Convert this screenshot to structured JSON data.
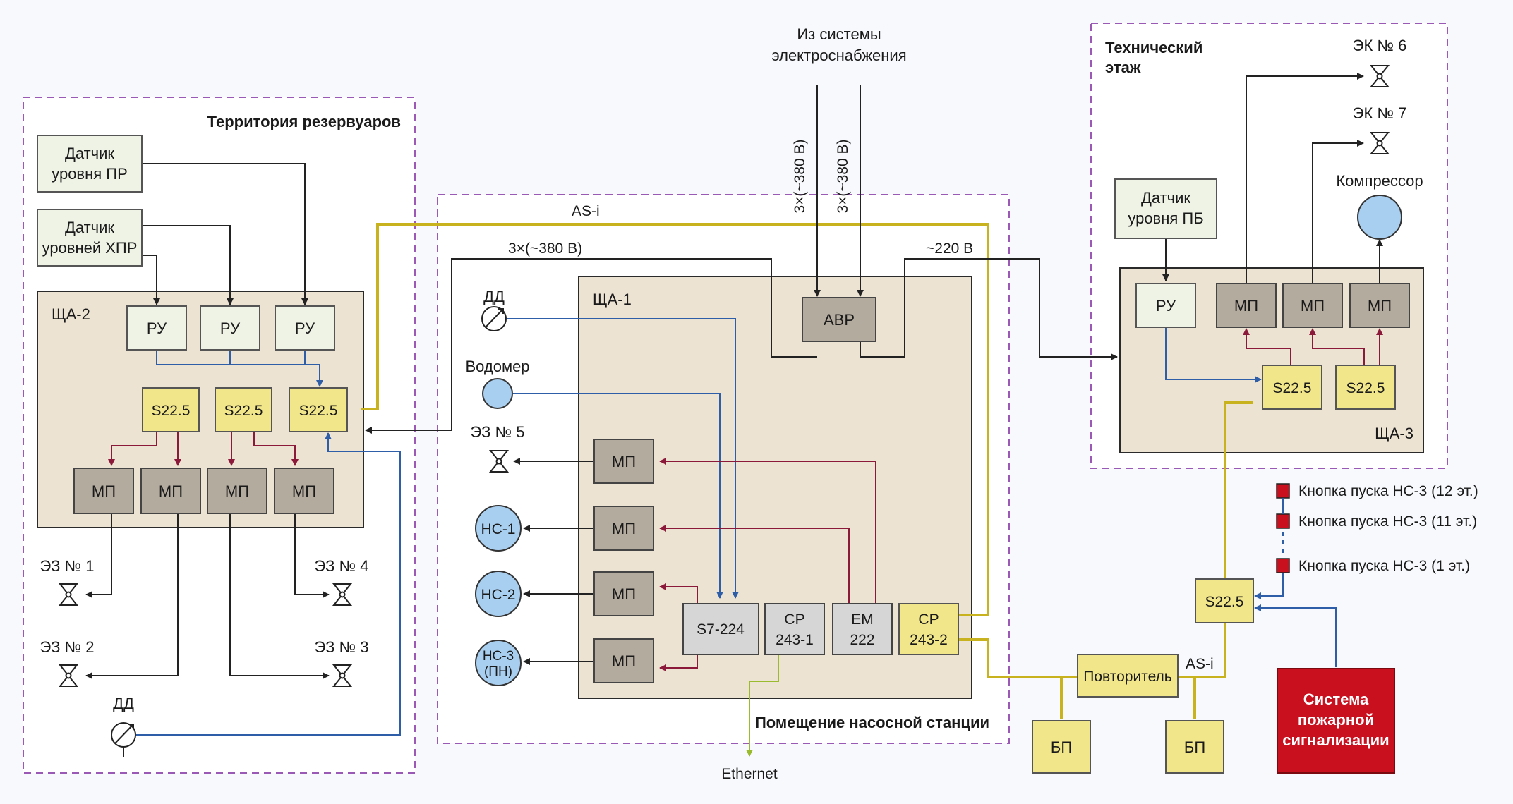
{
  "zones": {
    "reservoirs": "Территория резервуаров",
    "pump_station": "Помещение насосной станции",
    "tech_floor_line1": "Технический",
    "tech_floor_line2": "этаж"
  },
  "sensors": {
    "pr_line1": "Датчик",
    "pr_line2": "уровня ПР",
    "hpr_line1": "Датчик",
    "hpr_line2": "уровней ХПР",
    "pb_line1": "Датчик",
    "pb_line2": "уровня ПБ"
  },
  "cabinets": {
    "sha1": "ЩА-1",
    "sha2": "ЩА-2",
    "sha3": "ЩА-3"
  },
  "modules": {
    "ru": "РУ",
    "s225": "S22.5",
    "mp": "МП",
    "avr": "АВР",
    "s7": "S7-224",
    "cp1_line1": "CP",
    "cp1_line2": "243-1",
    "em_line1": "EM",
    "em_line2": "222",
    "cp2_line1": "CP",
    "cp2_line2": "243-2",
    "repeater": "Повторитель",
    "bp": "БП"
  },
  "power": {
    "source_line1": "Из системы",
    "source_line2": "электроснабжения",
    "three_phase_vertical": "3×(~380 В)",
    "three_phase": "3×(~380 В)",
    "single_phase": "~220 В"
  },
  "bus": {
    "asi": "AS-i",
    "ethernet": "Ethernet"
  },
  "devices": {
    "ez1": "ЭЗ № 1",
    "ez2": "ЭЗ № 2",
    "ez3": "ЭЗ № 3",
    "ez4": "ЭЗ № 4",
    "ez5": "ЭЗ № 5",
    "ek6": "ЭК № 6",
    "ek7": "ЭК № 7",
    "dd": "ДД",
    "meter": "Водомер",
    "compressor": "Компрессор",
    "ns1": "НС-1",
    "ns2": "НС-2",
    "ns3_line1": "НС-3",
    "ns3_line2": "(ПН)"
  },
  "buttons": {
    "b12": "Кнопка пуска НС-3 (12 эт.)",
    "b11": "Кнопка пуска НС-3 (11 эт.)",
    "b1": "Кнопка пуска НС-3 (1 эт.)"
  },
  "fire_system": {
    "line1": "Система",
    "line2": "пожарной",
    "line3": "сигнализации"
  },
  "colors": {
    "zone_border": "#9b59b6",
    "cabinet": "#ede3d3",
    "s225": "#f2e68a",
    "mp": "#b4ab9f",
    "asi_bus": "#c8b21e",
    "signal_blue": "#2f5ea8",
    "control_red": "#8b1a3a",
    "ethernet": "#9bbb2e",
    "fire": "#c8101e"
  }
}
